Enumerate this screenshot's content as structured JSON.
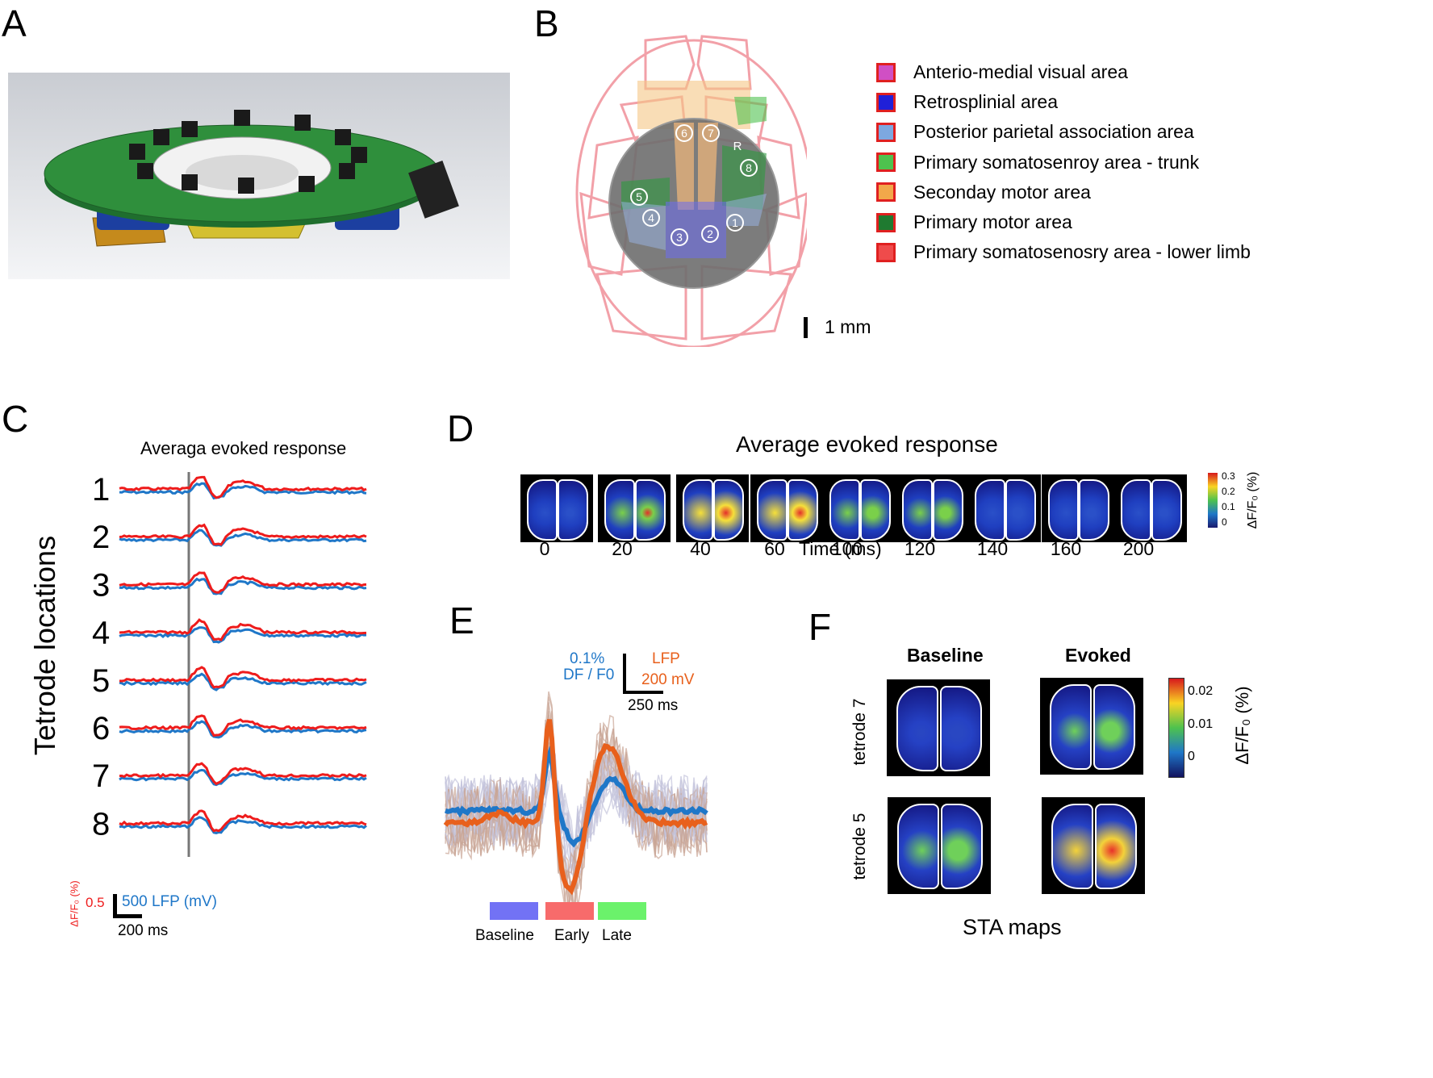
{
  "panels": {
    "a": "A",
    "b": "B",
    "c": "C",
    "d": "D",
    "e": "E",
    "f": "F"
  },
  "b": {
    "legend": [
      {
        "label": "Anterio-medial visual area",
        "color": "#d04fc4"
      },
      {
        "label": "Retrosplinial area",
        "color": "#2020d8"
      },
      {
        "label": "Posterior parietal association area",
        "color": "#7da8e0"
      },
      {
        "label": "Primary somatosenroy area - trunk",
        "color": "#4ec24e"
      },
      {
        "label": "Seconday motor area",
        "color": "#f2a84a"
      },
      {
        "label": "Primary motor area",
        "color": "#1f7a30"
      },
      {
        "label": "Primary somatosenosry area - lower limb",
        "color": "#ef4b4b"
      }
    ],
    "tetrodes": [
      "1",
      "2",
      "3",
      "4",
      "5",
      "6",
      "7",
      "8"
    ],
    "r_label": "R",
    "scalebar": "1 mm"
  },
  "c": {
    "title": "Averaga evoked response",
    "ylabel": "Tetrode locations",
    "rows": [
      "1",
      "2",
      "3",
      "4",
      "5",
      "6",
      "7",
      "8"
    ],
    "scale_df": "0.5",
    "scale_df_label": "ΔF/F₀ (%)",
    "scale_lfp": "500 LFP (mV)",
    "scale_time": "200 ms",
    "colors": {
      "df": "#ee1c1c",
      "lfp": "#1f77c8"
    }
  },
  "d": {
    "title": "Average evoked response",
    "times": [
      "0",
      "20",
      "40",
      "60",
      "100",
      "120",
      "140",
      "160",
      "200"
    ],
    "intensity": [
      0.05,
      0.55,
      0.9,
      0.85,
      0.45,
      0.4,
      0.3,
      0.2,
      0.1
    ],
    "xlabel": "Time (ms)",
    "colorbar_ticks": [
      "0.3",
      "0.2",
      "0.1",
      "0"
    ],
    "colorbar_label": "ΔF/F₀ (%)"
  },
  "e": {
    "df_scale": "0.1%",
    "df_label": "DF / F0",
    "lfp_label": "LFP",
    "lfp_scale": "200 mV",
    "time_scale": "250 ms",
    "windows": [
      {
        "label": "Baseline",
        "color": "#7272f5"
      },
      {
        "label": "Early",
        "color": "#f76b6b"
      },
      {
        "label": "Late",
        "color": "#6bf26b"
      }
    ],
    "colors": {
      "df": "#1f77c8",
      "lfp": "#e8601c"
    }
  },
  "f": {
    "col_baseline": "Baseline",
    "col_evoked": "Evoked",
    "row1": "tetrode 7",
    "row2": "tetrode 5",
    "colorbar_ticks": [
      "0.02",
      "0.01",
      "0"
    ],
    "colorbar_label": "ΔF/F₀ (%)",
    "caption": "STA maps"
  }
}
